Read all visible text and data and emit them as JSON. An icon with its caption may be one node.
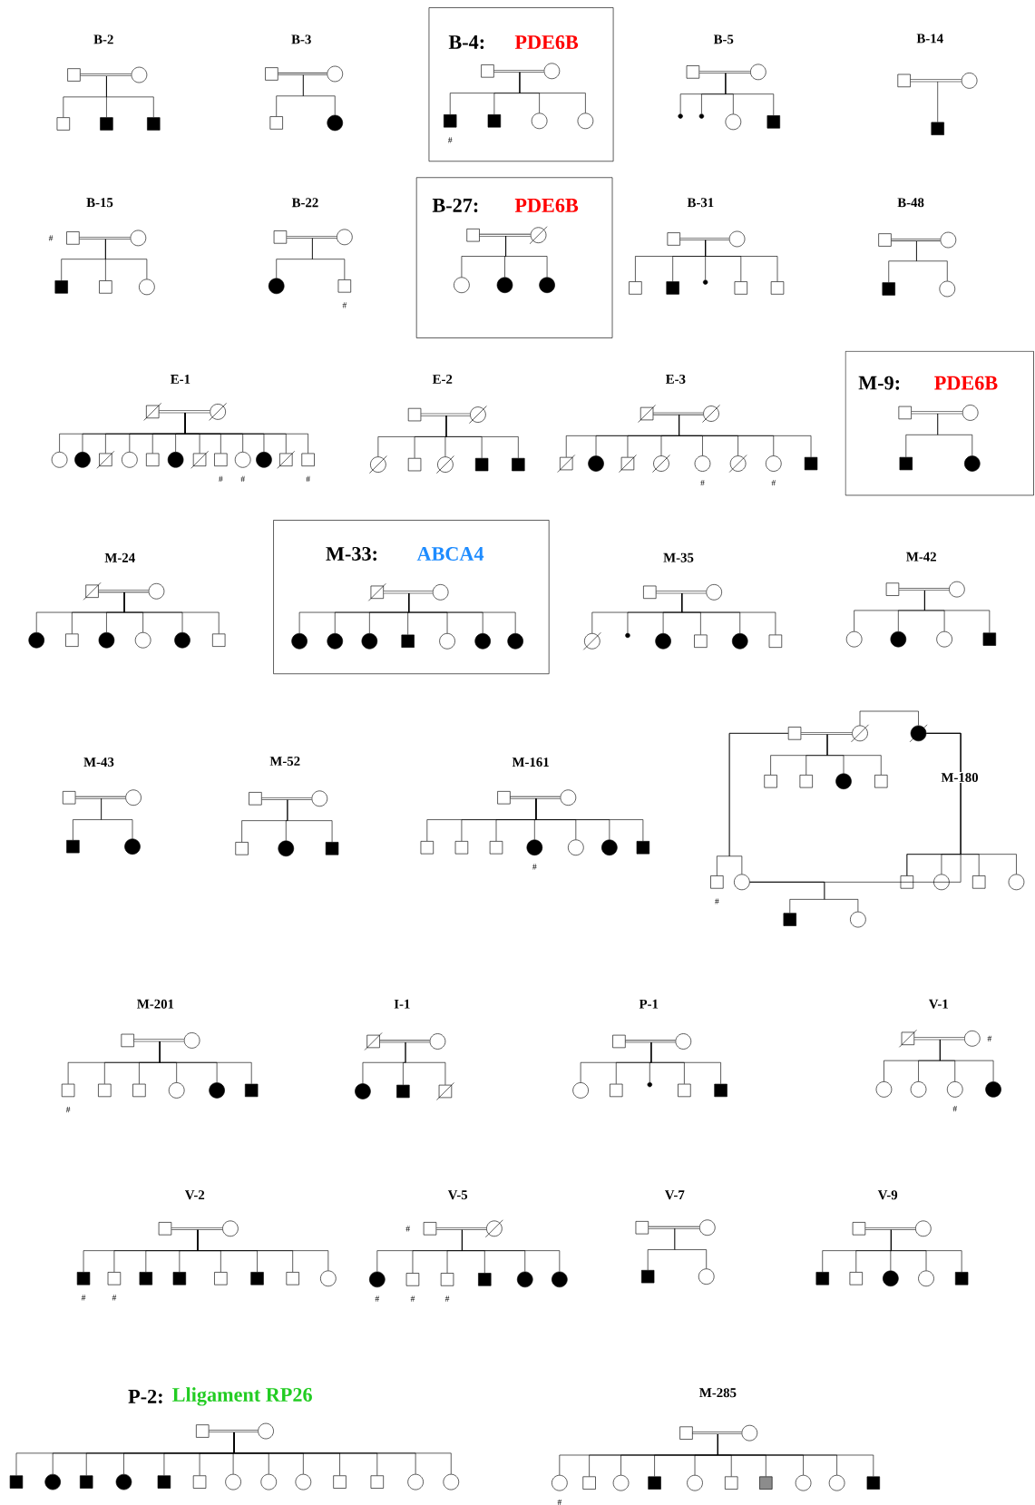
{
  "diagram": {
    "nodes": [
      {
        "text": [],
        "shape": "square"
      },
      {
        "text": [],
        "shape": "circle"
      },
      {
        "text": [],
        "shape": "square"
      },
      {
        "text": [],
        "shape": "filled-square"
      },
      {
        "text": [],
        "shape": "filled-square"
      },
      {
        "text": [],
        "shape": "square"
      },
      {
        "text": [],
        "shape": "circle"
      },
      {
        "text": [],
        "shape": "square"
      },
      {
        "text": [],
        "shape": "filled-circle"
      },
      {
        "text": [
          "B-4:",
          "PDE6B"
        ]
      },
      {
        "text": [],
        "shape": "square",
        "in": 9
      },
      {
        "text": [],
        "shape": "circle",
        "in": 9
      },
      {
        "text": [],
        "shape": "filled-square",
        "in": 9,
        "beside": [
          "#"
        ]
      },
      {
        "text": [],
        "shape": "filled-square",
        "in": 9
      },
      {
        "text": [],
        "shape": "circle",
        "in": 9
      },
      {
        "text": [],
        "shape": "circle",
        "in": 9
      },
      {
        "text": [],
        "shape": "square"
      },
      {
        "text": [],
        "shape": "circle"
      },
      {
        "text": [],
        "shape": "dot"
      },
      {
        "text": [],
        "shape": "dot"
      },
      {
        "text": [],
        "shape": "circle"
      },
      {
        "text": [],
        "shape": "filled-square"
      },
      {
        "text": [],
        "shape": "square"
      },
      {
        "text": [],
        "shape": "circle"
      },
      {
        "text": [],
        "shape": "filled-square"
      },
      {
        "text": [],
        "shape": "square",
        "beside": [
          "#"
        ]
      },
      {
        "text": [],
        "shape": "circle"
      },
      {
        "text": [],
        "shape": "filled-square"
      },
      {
        "text": [],
        "shape": "square"
      },
      {
        "text": [],
        "shape": "circle"
      },
      {
        "text": [],
        "shape": "square"
      },
      {
        "text": [],
        "shape": "circle"
      },
      {
        "text": [],
        "shape": "filled-circle"
      },
      {
        "text": [],
        "shape": "square",
        "beside": [
          "#"
        ]
      },
      {
        "text": [
          "B-27:",
          "PDE6B"
        ]
      },
      {
        "text": [],
        "shape": "square",
        "in": 34
      },
      {
        "text": [],
        "shape": "crossed-circle",
        "in": 34
      },
      {
        "text": [],
        "shape": "circle",
        "in": 34
      },
      {
        "text": [],
        "shape": "filled-circle",
        "in": 34
      },
      {
        "text": [],
        "shape": "filled-circle",
        "in": 34
      },
      {
        "text": [],
        "shape": "square"
      },
      {
        "text": [],
        "shape": "circle"
      },
      {
        "text": [],
        "shape": "square"
      },
      {
        "text": [],
        "shape": "filled-square"
      },
      {
        "text": [],
        "shape": "dot"
      },
      {
        "text": [],
        "shape": "square"
      },
      {
        "text": [],
        "shape": "square"
      },
      {
        "text": [],
        "shape": "square"
      },
      {
        "text": [],
        "shape": "circle"
      },
      {
        "text": [],
        "shape": "filled-square"
      },
      {
        "text": [],
        "shape": "circle"
      },
      {
        "text": [],
        "shape": "crossed-square"
      },
      {
        "text": [],
        "shape": "crossed-circle"
      },
      {
        "text": [],
        "shape": "circle"
      },
      {
        "text": [],
        "shape": "filled-circle"
      },
      {
        "text": [],
        "shape": "crossed-square"
      },
      {
        "text": [],
        "shape": "circle"
      },
      {
        "text": [],
        "shape": "square"
      },
      {
        "text": [],
        "shape": "filled-circle"
      },
      {
        "text": [],
        "shape": "crossed-square"
      },
      {
        "text": [],
        "shape": "square",
        "beside": [
          "#"
        ]
      },
      {
        "text": [],
        "shape": "circle",
        "beside": [
          "#"
        ]
      },
      {
        "text": [],
        "shape": "filled-circle"
      },
      {
        "text": [],
        "shape": "crossed-square"
      },
      {
        "text": [],
        "shape": "square",
        "beside": [
          "#"
        ]
      },
      {
        "text": [],
        "shape": "square"
      },
      {
        "text": [],
        "shape": "crossed-circle"
      },
      {
        "text": [],
        "shape": "crossed-circle"
      },
      {
        "text": [],
        "shape": "square"
      },
      {
        "text": [],
        "shape": "crossed-circle"
      },
      {
        "text": [],
        "shape": "filled-square"
      },
      {
        "text": [],
        "shape": "filled-square"
      },
      {
        "text": [],
        "shape": "crossed-square"
      },
      {
        "text": [],
        "shape": "crossed-circle"
      },
      {
        "text": [],
        "shape": "crossed-square"
      },
      {
        "text": [],
        "shape": "filled-circle"
      },
      {
        "text": [],
        "shape": "crossed-square"
      },
      {
        "text": [],
        "shape": "crossed-circle"
      },
      {
        "text": [],
        "shape": "circle",
        "beside": [
          "#"
        ]
      },
      {
        "text": [],
        "shape": "crossed-circle"
      },
      {
        "text": [],
        "shape": "circle",
        "beside": [
          "#"
        ]
      },
      {
        "text": [],
        "shape": "filled-square"
      },
      {
        "text": [
          "M-9:",
          "PDE6B"
        ]
      },
      {
        "text": [],
        "shape": "square",
        "in": 82
      },
      {
        "text": [],
        "shape": "circle",
        "in": 82
      },
      {
        "text": [],
        "shape": "filled-square",
        "in": 82
      },
      {
        "text": [],
        "shape": "filled-circle",
        "in": 82
      },
      {
        "text": [],
        "shape": "crossed-square"
      },
      {
        "text": [],
        "shape": "circle"
      },
      {
        "text": [],
        "shape": "filled-circle"
      },
      {
        "text": [],
        "shape": "square"
      },
      {
        "text": [],
        "shape": "filled-circle"
      },
      {
        "text": [],
        "shape": "circle"
      },
      {
        "text": [],
        "shape": "filled-circle"
      },
      {
        "text": [],
        "shape": "square"
      },
      {
        "text": [
          "M-33:",
          "ABCA4"
        ]
      },
      {
        "text": [],
        "shape": "crossed-square",
        "in": 95
      },
      {
        "text": [],
        "shape": "circle",
        "in": 95
      },
      {
        "text": [],
        "shape": "filled-circle",
        "in": 95
      },
      {
        "text": [],
        "shape": "filled-circle",
        "in": 95
      },
      {
        "text": [],
        "shape": "filled-circle",
        "in": 95
      },
      {
        "text": [],
        "shape": "filled-square",
        "in": 95
      },
      {
        "text": [],
        "shape": "circle",
        "in": 95
      },
      {
        "text": [],
        "shape": "filled-circle",
        "in": 95
      },
      {
        "text": [],
        "shape": "filled-circle",
        "in": 95
      },
      {
        "text": [],
        "shape": "square"
      },
      {
        "text": [],
        "shape": "circle"
      },
      {
        "text": [],
        "shape": "crossed-circle"
      },
      {
        "text": [],
        "shape": "dot"
      },
      {
        "text": [],
        "shape": "filled-circle"
      },
      {
        "text": [],
        "shape": "square"
      },
      {
        "text": [],
        "shape": "filled-circle"
      },
      {
        "text": [],
        "shape": "square"
      },
      {
        "text": [],
        "shape": "square"
      },
      {
        "text": [],
        "shape": "circle"
      },
      {
        "text": [],
        "shape": "circle"
      },
      {
        "text": [],
        "shape": "filled-circle"
      },
      {
        "text": [],
        "shape": "circle"
      },
      {
        "text": [],
        "shape": "filled-square"
      },
      {
        "text": [],
        "shape": "square"
      },
      {
        "text": [],
        "shape": "circle"
      },
      {
        "text": [],
        "shape": "filled-square"
      },
      {
        "text": [],
        "shape": "filled-circle"
      },
      {
        "text": [],
        "shape": "square"
      },
      {
        "text": [],
        "shape": "circle"
      },
      {
        "text": [],
        "shape": "square"
      },
      {
        "text": [],
        "shape": "filled-circle"
      },
      {
        "text": [],
        "shape": "filled-square"
      },
      {
        "text": [],
        "shape": "square"
      },
      {
        "text": [],
        "shape": "circle"
      },
      {
        "text": [],
        "shape": "square"
      },
      {
        "text": [],
        "shape": "square"
      },
      {
        "text": [],
        "shape": "square"
      },
      {
        "text": [],
        "shape": "filled-circle",
        "beside": [
          "#"
        ]
      },
      {
        "text": [],
        "shape": "circle"
      },
      {
        "text": [],
        "shape": "filled-circle"
      },
      {
        "text": [],
        "shape": "filled-square"
      },
      {
        "text": [],
        "shape": "square"
      },
      {
        "text": [],
        "shape": "crossed-circle"
      },
      {
        "text": [],
        "shape": "filled-crossed-circle"
      },
      {
        "text": [],
        "shape": "square"
      },
      {
        "text": [],
        "shape": "square"
      },
      {
        "text": [],
        "shape": "filled-circle"
      },
      {
        "text": [],
        "shape": "square"
      },
      {
        "text": [],
        "shape": "square",
        "beside": [
          "#"
        ]
      },
      {
        "text": [],
        "shape": "circle"
      },
      {
        "text": [],
        "shape": "square"
      },
      {
        "text": [],
        "shape": "circle"
      },
      {
        "text": [],
        "shape": "square"
      },
      {
        "text": [],
        "shape": "circle"
      },
      {
        "text": [],
        "shape": "filled-square"
      },
      {
        "text": [],
        "shape": "circle"
      },
      {
        "text": [],
        "shape": "square"
      },
      {
        "text": [],
        "shape": "circle"
      },
      {
        "text": [],
        "shape": "square",
        "beside": [
          "#"
        ]
      },
      {
        "text": [],
        "shape": "square"
      },
      {
        "text": [],
        "shape": "square"
      },
      {
        "text": [],
        "shape": "circle"
      },
      {
        "text": [],
        "shape": "filled-circle"
      },
      {
        "text": [],
        "shape": "filled-square"
      },
      {
        "text": [],
        "shape": "crossed-square"
      },
      {
        "text": [],
        "shape": "circle"
      },
      {
        "text": [],
        "shape": "filled-circle"
      },
      {
        "text": [],
        "shape": "filled-square"
      },
      {
        "text": [],
        "shape": "crossed-square"
      },
      {
        "text": [],
        "shape": "square"
      },
      {
        "text": [],
        "shape": "circle"
      },
      {
        "text": [],
        "shape": "circle"
      },
      {
        "text": [],
        "shape": "square"
      },
      {
        "text": [],
        "shape": "dot"
      },
      {
        "text": [],
        "shape": "square"
      },
      {
        "text": [],
        "shape": "filled-square"
      },
      {
        "text": [],
        "shape": "crossed-square"
      },
      {
        "text": [],
        "shape": "circle",
        "beside": [
          "#"
        ]
      },
      {
        "text": [],
        "shape": "circle"
      },
      {
        "text": [],
        "shape": "circle"
      },
      {
        "text": [],
        "shape": "circle",
        "beside": [
          "#"
        ]
      },
      {
        "text": [],
        "shape": "filled-circle"
      },
      {
        "text": [],
        "shape": "square"
      },
      {
        "text": [],
        "shape": "circle"
      },
      {
        "text": [],
        "shape": "filled-square",
        "beside": [
          "#"
        ]
      },
      {
        "text": [],
        "shape": "square",
        "beside": [
          "#"
        ]
      },
      {
        "text": [],
        "shape": "filled-square"
      },
      {
        "text": [],
        "shape": "filled-square"
      },
      {
        "text": [],
        "shape": "square"
      },
      {
        "text": [],
        "shape": "filled-square"
      },
      {
        "text": [],
        "shape": "square"
      },
      {
        "text": [],
        "shape": "circle"
      },
      {
        "text": [],
        "shape": "square",
        "beside": [
          "#"
        ]
      },
      {
        "text": [],
        "shape": "crossed-circle"
      },
      {
        "text": [],
        "shape": "filled-circle",
        "beside": [
          "#"
        ]
      },
      {
        "text": [],
        "shape": "square",
        "beside": [
          "#"
        ]
      },
      {
        "text": [],
        "shape": "square",
        "beside": [
          "#"
        ]
      },
      {
        "text": [],
        "shape": "filled-square"
      },
      {
        "text": [],
        "shape": "filled-circle"
      },
      {
        "text": [],
        "shape": "filled-circle"
      },
      {
        "text": [],
        "shape": "square"
      },
      {
        "text": [],
        "shape": "circle"
      },
      {
        "text": [],
        "shape": "filled-square"
      },
      {
        "text": [],
        "shape": "circle"
      },
      {
        "text": [],
        "shape": "square"
      },
      {
        "text": [],
        "shape": "circle"
      },
      {
        "text": [],
        "shape": "filled-square"
      },
      {
        "text": [],
        "shape": "square"
      },
      {
        "text": [],
        "shape": "filled-circle"
      },
      {
        "text": [],
        "shape": "circle"
      },
      {
        "text": [],
        "shape": "filled-square"
      },
      {
        "text": [],
        "shape": "square"
      },
      {
        "text": [],
        "shape": "circle"
      },
      {
        "text": [],
        "shape": "filled-square"
      },
      {
        "text": [],
        "shape": "filled-circle"
      },
      {
        "text": [],
        "shape": "filled-square"
      },
      {
        "text": [],
        "shape": "filled-circle"
      },
      {
        "text": [],
        "shape": "filled-square"
      },
      {
        "text": [],
        "shape": "square"
      },
      {
        "text": [],
        "shape": "circle"
      },
      {
        "text": [],
        "shape": "circle"
      },
      {
        "text": [],
        "shape": "circle"
      },
      {
        "text": [],
        "shape": "square"
      },
      {
        "text": [],
        "shape": "square"
      },
      {
        "text": [],
        "shape": "circle"
      },
      {
        "text": [],
        "shape": "circle"
      },
      {
        "text": [],
        "shape": "square"
      },
      {
        "text": [],
        "shape": "circle"
      },
      {
        "text": [],
        "shape": "circle",
        "beside": [
          "#"
        ]
      },
      {
        "text": [],
        "shape": "square"
      },
      {
        "text": [],
        "shape": "circle"
      },
      {
        "text": [],
        "shape": "filled-square"
      },
      {
        "text": [],
        "shape": "circle"
      },
      {
        "text": [],
        "shape": "square"
      },
      {
        "text": [],
        "shape": "shaded-square"
      },
      {
        "text": [],
        "shape": "circle"
      },
      {
        "text": [],
        "shape": "circle"
      },
      {
        "text": [],
        "shape": "filled-square"
      }
    ],
    "edges": [
      {
        "from": 0,
        "to": 1,
        "arrow": "none"
      },
      {
        "from": 0,
        "to": 2,
        "arrow": "none"
      },
      {
        "from": 0,
        "to": 3,
        "arrow": "none"
      },
      {
        "from": 0,
        "to": 4,
        "arrow": "none"
      },
      {
        "from": 5,
        "to": 6,
        "arrow": "none"
      },
      {
        "from": 5,
        "to": 7,
        "arrow": "none"
      },
      {
        "from": 5,
        "to": 8,
        "arrow": "none"
      },
      {
        "from": 10,
        "to": 11,
        "arrow": "none"
      },
      {
        "from": 10,
        "to": 12,
        "arrow": "none"
      },
      {
        "from": 10,
        "to": 13,
        "arrow": "none"
      },
      {
        "from": 10,
        "to": 14,
        "arrow": "none"
      },
      {
        "from": 10,
        "to": 15,
        "arrow": "none"
      },
      {
        "from": 16,
        "to": 17,
        "arrow": "none"
      },
      {
        "from": 16,
        "to": 18,
        "arrow": "none"
      },
      {
        "from": 16,
        "to": 19,
        "arrow": "none"
      },
      {
        "from": 16,
        "to": 20,
        "arrow": "none"
      },
      {
        "from": 16,
        "to": 21,
        "arrow": "none"
      },
      {
        "from": 22,
        "to": 23,
        "arrow": "none"
      },
      {
        "from": 22,
        "to": 24,
        "arrow": "none"
      },
      {
        "from": 25,
        "to": 26,
        "arrow": "none"
      },
      {
        "from": 25,
        "to": 27,
        "arrow": "none"
      },
      {
        "from": 25,
        "to": 28,
        "arrow": "none"
      },
      {
        "from": 25,
        "to": 29,
        "arrow": "none"
      },
      {
        "from": 30,
        "to": 31,
        "arrow": "none"
      },
      {
        "from": 30,
        "to": 32,
        "arrow": "none"
      },
      {
        "from": 30,
        "to": 33,
        "arrow": "none"
      },
      {
        "from": 35,
        "to": 36,
        "arrow": "none"
      },
      {
        "from": 35,
        "to": 37,
        "arrow": "none"
      },
      {
        "from": 35,
        "to": 38,
        "arrow": "none"
      },
      {
        "from": 35,
        "to": 39,
        "arrow": "none"
      },
      {
        "from": 40,
        "to": 41,
        "arrow": "none"
      },
      {
        "from": 40,
        "to": 42,
        "arrow": "none"
      },
      {
        "from": 40,
        "to": 43,
        "arrow": "none"
      },
      {
        "from": 40,
        "to": 44,
        "arrow": "none"
      },
      {
        "from": 40,
        "to": 45,
        "arrow": "none"
      },
      {
        "from": 40,
        "to": 46,
        "arrow": "none"
      },
      {
        "from": 47,
        "to": 48,
        "arrow": "none"
      },
      {
        "from": 47,
        "to": 49,
        "arrow": "none"
      },
      {
        "from": 47,
        "to": 50,
        "arrow": "none"
      },
      {
        "from": 51,
        "to": 52,
        "arrow": "none"
      },
      {
        "from": 51,
        "to": 53,
        "arrow": "none"
      },
      {
        "from": 51,
        "to": 54,
        "arrow": "none"
      },
      {
        "from": 51,
        "to": 55,
        "arrow": "none"
      },
      {
        "from": 51,
        "to": 56,
        "arrow": "none"
      },
      {
        "from": 51,
        "to": 57,
        "arrow": "none"
      },
      {
        "from": 51,
        "to": 58,
        "arrow": "none"
      },
      {
        "from": 51,
        "to": 59,
        "arrow": "none"
      },
      {
        "from": 51,
        "to": 60,
        "arrow": "none"
      },
      {
        "from": 51,
        "to": 61,
        "arrow": "none"
      },
      {
        "from": 51,
        "to": 62,
        "arrow": "none"
      },
      {
        "from": 51,
        "to": 63,
        "arrow": "none"
      },
      {
        "from": 51,
        "to": 64,
        "arrow": "none"
      },
      {
        "from": 65,
        "to": 66,
        "arrow": "none"
      },
      {
        "from": 65,
        "to": 67,
        "arrow": "none"
      },
      {
        "from": 65,
        "to": 68,
        "arrow": "none"
      },
      {
        "from": 65,
        "to": 69,
        "arrow": "none"
      },
      {
        "from": 65,
        "to": 70,
        "arrow": "none"
      },
      {
        "from": 65,
        "to": 71,
        "arrow": "none"
      },
      {
        "from": 72,
        "to": 73,
        "arrow": "none"
      },
      {
        "from": 72,
        "to": 74,
        "arrow": "none"
      },
      {
        "from": 72,
        "to": 75,
        "arrow": "none"
      },
      {
        "from": 72,
        "to": 76,
        "arrow": "none"
      },
      {
        "from": 72,
        "to": 77,
        "arrow": "none"
      },
      {
        "from": 72,
        "to": 78,
        "arrow": "none"
      },
      {
        "from": 72,
        "to": 79,
        "arrow": "none"
      },
      {
        "from": 72,
        "to": 80,
        "arrow": "none"
      },
      {
        "from": 72,
        "to": 81,
        "arrow": "none"
      },
      {
        "from": 83,
        "to": 84,
        "arrow": "none"
      },
      {
        "from": 83,
        "to": 85,
        "arrow": "none"
      },
      {
        "from": 83,
        "to": 86,
        "arrow": "none"
      },
      {
        "from": 87,
        "to": 88,
        "arrow": "none"
      },
      {
        "from": 87,
        "to": 89,
        "arrow": "none"
      },
      {
        "from": 87,
        "to": 90,
        "arrow": "none"
      },
      {
        "from": 87,
        "to": 91,
        "arrow": "none"
      },
      {
        "from": 87,
        "to": 92,
        "arrow": "none"
      },
      {
        "from": 87,
        "to": 93,
        "arrow": "none"
      },
      {
        "from": 87,
        "to": 94,
        "arrow": "none"
      },
      {
        "from": 96,
        "to": 97,
        "arrow": "none"
      },
      {
        "from": 96,
        "to": 98,
        "arrow": "none"
      },
      {
        "from": 96,
        "to": 99,
        "arrow": "none"
      },
      {
        "from": 96,
        "to": 100,
        "arrow": "none"
      },
      {
        "from": 96,
        "to": 101,
        "arrow": "none"
      },
      {
        "from": 96,
        "to": 102,
        "arrow": "none"
      },
      {
        "from": 96,
        "to": 103,
        "arrow": "none"
      },
      {
        "from": 96,
        "to": 104,
        "arrow": "none"
      },
      {
        "from": 105,
        "to": 106,
        "arrow": "none"
      },
      {
        "from": 105,
        "to": 107,
        "arrow": "none"
      },
      {
        "from": 105,
        "to": 108,
        "arrow": "none"
      },
      {
        "from": 105,
        "to": 109,
        "arrow": "none"
      },
      {
        "from": 105,
        "to": 110,
        "arrow": "none"
      },
      {
        "from": 105,
        "to": 111,
        "arrow": "none"
      },
      {
        "from": 105,
        "to": 112,
        "arrow": "none"
      },
      {
        "from": 113,
        "to": 114,
        "arrow": "none"
      },
      {
        "from": 113,
        "to": 115,
        "arrow": "none"
      },
      {
        "from": 113,
        "to": 116,
        "arrow": "none"
      },
      {
        "from": 113,
        "to": 117,
        "arrow": "none"
      },
      {
        "from": 113,
        "to": 118,
        "arrow": "none"
      },
      {
        "from": 119,
        "to": 120,
        "arrow": "none"
      },
      {
        "from": 119,
        "to": 121,
        "arrow": "none"
      },
      {
        "from": 119,
        "to": 122,
        "arrow": "none"
      },
      {
        "from": 123,
        "to": 124,
        "arrow": "none"
      },
      {
        "from": 123,
        "to": 125,
        "arrow": "none"
      },
      {
        "from": 123,
        "to": 126,
        "arrow": "none"
      },
      {
        "from": 123,
        "to": 127,
        "arrow": "none"
      },
      {
        "from": 128,
        "to": 129,
        "arrow": "none"
      },
      {
        "from": 128,
        "to": 130,
        "arrow": "none"
      },
      {
        "from": 128,
        "to": 131,
        "arrow": "none"
      },
      {
        "from": 128,
        "to": 132,
        "arrow": "none"
      },
      {
        "from": 128,
        "to": 133,
        "arrow": "none"
      },
      {
        "from": 128,
        "to": 134,
        "arrow": "none"
      },
      {
        "from": 128,
        "to": 135,
        "arrow": "none"
      },
      {
        "from": 128,
        "to": 136,
        "arrow": "none"
      },
      {
        "from": 137,
        "to": 138,
        "arrow": "none"
      },
      {
        "from": 137,
        "to": 140,
        "arrow": "none"
      },
      {
        "from": 137,
        "to": 141,
        "arrow": "none"
      },
      {
        "from": 137,
        "to": 142,
        "arrow": "none"
      },
      {
        "from": 137,
        "to": 143,
        "arrow": "none"
      },
      {
        "from": 138,
        "to": 139,
        "arrow": "none"
      },
      {
        "from": 137,
        "to": 144,
        "arrow": "none"
      },
      {
        "from": 137,
        "to": 145,
        "arrow": "none"
      },
      {
        "from": 139,
        "to": 146,
        "arrow": "none"
      },
      {
        "from": 139,
        "to": 147,
        "arrow": "none"
      },
      {
        "from": 139,
        "to": 148,
        "arrow": "none"
      },
      {
        "from": 139,
        "to": 149,
        "arrow": "none"
      },
      {
        "from": 145,
        "to": 146,
        "arrow": "none"
      },
      {
        "from": 145,
        "to": 150,
        "arrow": "none"
      },
      {
        "from": 145,
        "to": 151,
        "arrow": "none"
      },
      {
        "from": 152,
        "to": 153,
        "arrow": "none"
      },
      {
        "from": 152,
        "to": 154,
        "arrow": "none"
      },
      {
        "from": 152,
        "to": 155,
        "arrow": "none"
      },
      {
        "from": 152,
        "to": 156,
        "arrow": "none"
      },
      {
        "from": 152,
        "to": 157,
        "arrow": "none"
      },
      {
        "from": 152,
        "to": 158,
        "arrow": "none"
      },
      {
        "from": 152,
        "to": 159,
        "arrow": "none"
      },
      {
        "from": 160,
        "to": 161,
        "arrow": "none"
      },
      {
        "from": 160,
        "to": 162,
        "arrow": "none"
      },
      {
        "from": 160,
        "to": 163,
        "arrow": "none"
      },
      {
        "from": 160,
        "to": 164,
        "arrow": "none"
      },
      {
        "from": 165,
        "to": 166,
        "arrow": "none"
      },
      {
        "from": 165,
        "to": 167,
        "arrow": "none"
      },
      {
        "from": 165,
        "to": 168,
        "arrow": "none"
      },
      {
        "from": 165,
        "to": 169,
        "arrow": "none"
      },
      {
        "from": 165,
        "to": 170,
        "arrow": "none"
      },
      {
        "from": 165,
        "to": 171,
        "arrow": "none"
      },
      {
        "from": 172,
        "to": 173,
        "arrow": "none"
      },
      {
        "from": 172,
        "to": 174,
        "arrow": "none"
      },
      {
        "from": 172,
        "to": 175,
        "arrow": "none"
      },
      {
        "from": 172,
        "to": 176,
        "arrow": "none"
      },
      {
        "from": 172,
        "to": 177,
        "arrow": "none"
      },
      {
        "from": 178,
        "to": 179,
        "arrow": "none"
      },
      {
        "from": 178,
        "to": 180,
        "arrow": "none"
      },
      {
        "from": 178,
        "to": 181,
        "arrow": "none"
      },
      {
        "from": 178,
        "to": 182,
        "arrow": "none"
      },
      {
        "from": 178,
        "to": 183,
        "arrow": "none"
      },
      {
        "from": 178,
        "to": 184,
        "arrow": "none"
      },
      {
        "from": 178,
        "to": 185,
        "arrow": "none"
      },
      {
        "from": 178,
        "to": 186,
        "arrow": "none"
      },
      {
        "from": 178,
        "to": 187,
        "arrow": "none"
      },
      {
        "from": 188,
        "to": 189,
        "arrow": "none"
      },
      {
        "from": 188,
        "to": 190,
        "arrow": "none"
      },
      {
        "from": 188,
        "to": 191,
        "arrow": "none"
      },
      {
        "from": 188,
        "to": 192,
        "arrow": "none"
      },
      {
        "from": 188,
        "to": 193,
        "arrow": "none"
      },
      {
        "from": 188,
        "to": 194,
        "arrow": "none"
      },
      {
        "from": 188,
        "to": 195,
        "arrow": "none"
      },
      {
        "from": 196,
        "to": 197,
        "arrow": "none"
      },
      {
        "from": 196,
        "to": 198,
        "arrow": "none"
      },
      {
        "from": 196,
        "to": 199,
        "arrow": "none"
      },
      {
        "from": 200,
        "to": 201,
        "arrow": "none"
      },
      {
        "from": 200,
        "to": 202,
        "arrow": "none"
      },
      {
        "from": 200,
        "to": 203,
        "arrow": "none"
      },
      {
        "from": 200,
        "to": 204,
        "arrow": "none"
      },
      {
        "from": 200,
        "to": 205,
        "arrow": "none"
      },
      {
        "from": 200,
        "to": 206,
        "arrow": "none"
      },
      {
        "from": 207,
        "to": 208,
        "arrow": "none"
      },
      {
        "from": 207,
        "to": 209,
        "arrow": "none"
      },
      {
        "from": 207,
        "to": 210,
        "arrow": "none"
      },
      {
        "from": 207,
        "to": 211,
        "arrow": "none"
      },
      {
        "from": 207,
        "to": 212,
        "arrow": "none"
      },
      {
        "from": 207,
        "to": 213,
        "arrow": "none"
      },
      {
        "from": 207,
        "to": 214,
        "arrow": "none"
      },
      {
        "from": 207,
        "to": 215,
        "arrow": "none"
      },
      {
        "from": 207,
        "to": 216,
        "arrow": "none"
      },
      {
        "from": 207,
        "to": 217,
        "arrow": "none"
      },
      {
        "from": 207,
        "to": 218,
        "arrow": "none"
      },
      {
        "from": 207,
        "to": 219,
        "arrow": "none"
      },
      {
        "from": 207,
        "to": 220,
        "arrow": "none"
      },
      {
        "from": 207,
        "to": 221,
        "arrow": "none"
      },
      {
        "from": 222,
        "to": 223,
        "arrow": "none"
      },
      {
        "from": 222,
        "to": 224,
        "arrow": "none"
      },
      {
        "from": 222,
        "to": 225,
        "arrow": "none"
      },
      {
        "from": 222,
        "to": 226,
        "arrow": "none"
      },
      {
        "from": 222,
        "to": 227,
        "arrow": "none"
      },
      {
        "from": 222,
        "to": 228,
        "arrow": "none"
      },
      {
        "from": 222,
        "to": 229,
        "arrow": "none"
      },
      {
        "from": 222,
        "to": 230,
        "arrow": "none"
      },
      {
        "from": 222,
        "to": 231,
        "arrow": "none"
      },
      {
        "from": 222,
        "to": 232,
        "arrow": "none"
      },
      {
        "from": 222,
        "to": 233,
        "arrow": "none"
      }
    ],
    "labels": [
      "B-2",
      "B-3",
      "B-5",
      "B-14",
      "B-15",
      "B-22",
      "B-31",
      "B-48",
      "E-1",
      "E-2",
      "E-3",
      "M-24",
      "M-35",
      "M-42",
      "M-43",
      "M-52",
      "M-161",
      "M-180",
      "M-201",
      "I-1",
      "P-1",
      "V-1",
      "V-2",
      "V-5",
      "V-7",
      "V-9",
      "P-2:",
      "Lligament RP26",
      "M-285"
    ]
  }
}
